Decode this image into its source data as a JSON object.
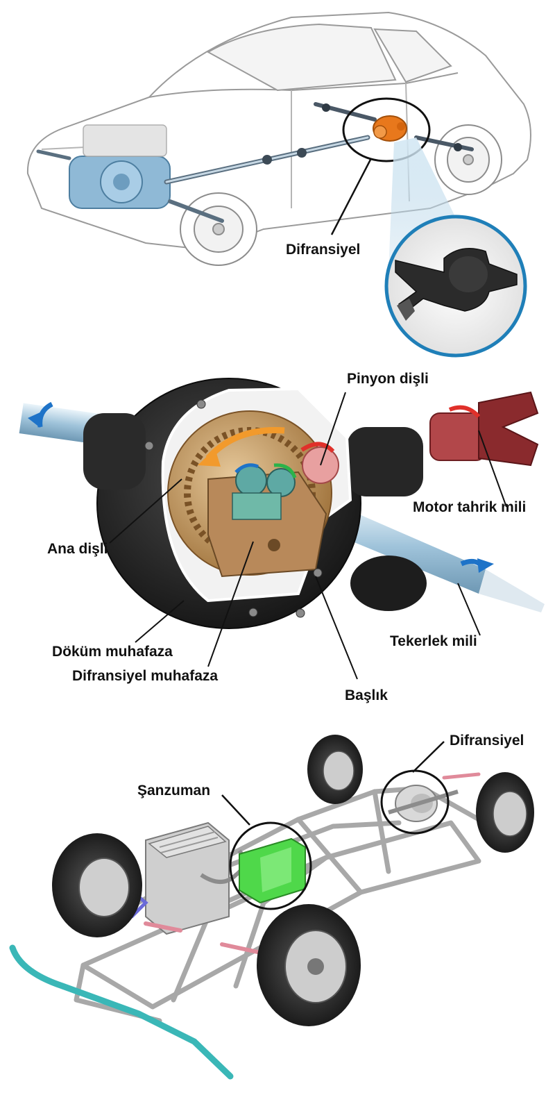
{
  "figure_1": {
    "label_differential": "Difransiyel"
  },
  "figure_2": {
    "label_pinion_gear": "Pinyon dişli",
    "label_drive_shaft": "Motor tahrik mili",
    "label_ring_gear": "Ana dişli",
    "label_wheel_shaft": "Tekerlek mili",
    "label_cast_housing": "Döküm muhafaza",
    "label_diff_housing": "Difransiyel muhafaza",
    "label_cap": "Başlık"
  },
  "figure_3": {
    "label_differential": "Difransiyel",
    "label_transmission": "Şanzuman"
  },
  "colors": {
    "differential_orange": "#e8781c",
    "zoom_circle_blue": "#1f7fb8",
    "transmission_green": "#4fd84a",
    "bumper_cyan": "#3ab7b7",
    "ring_gear_bronze": "#b98a4c"
  }
}
